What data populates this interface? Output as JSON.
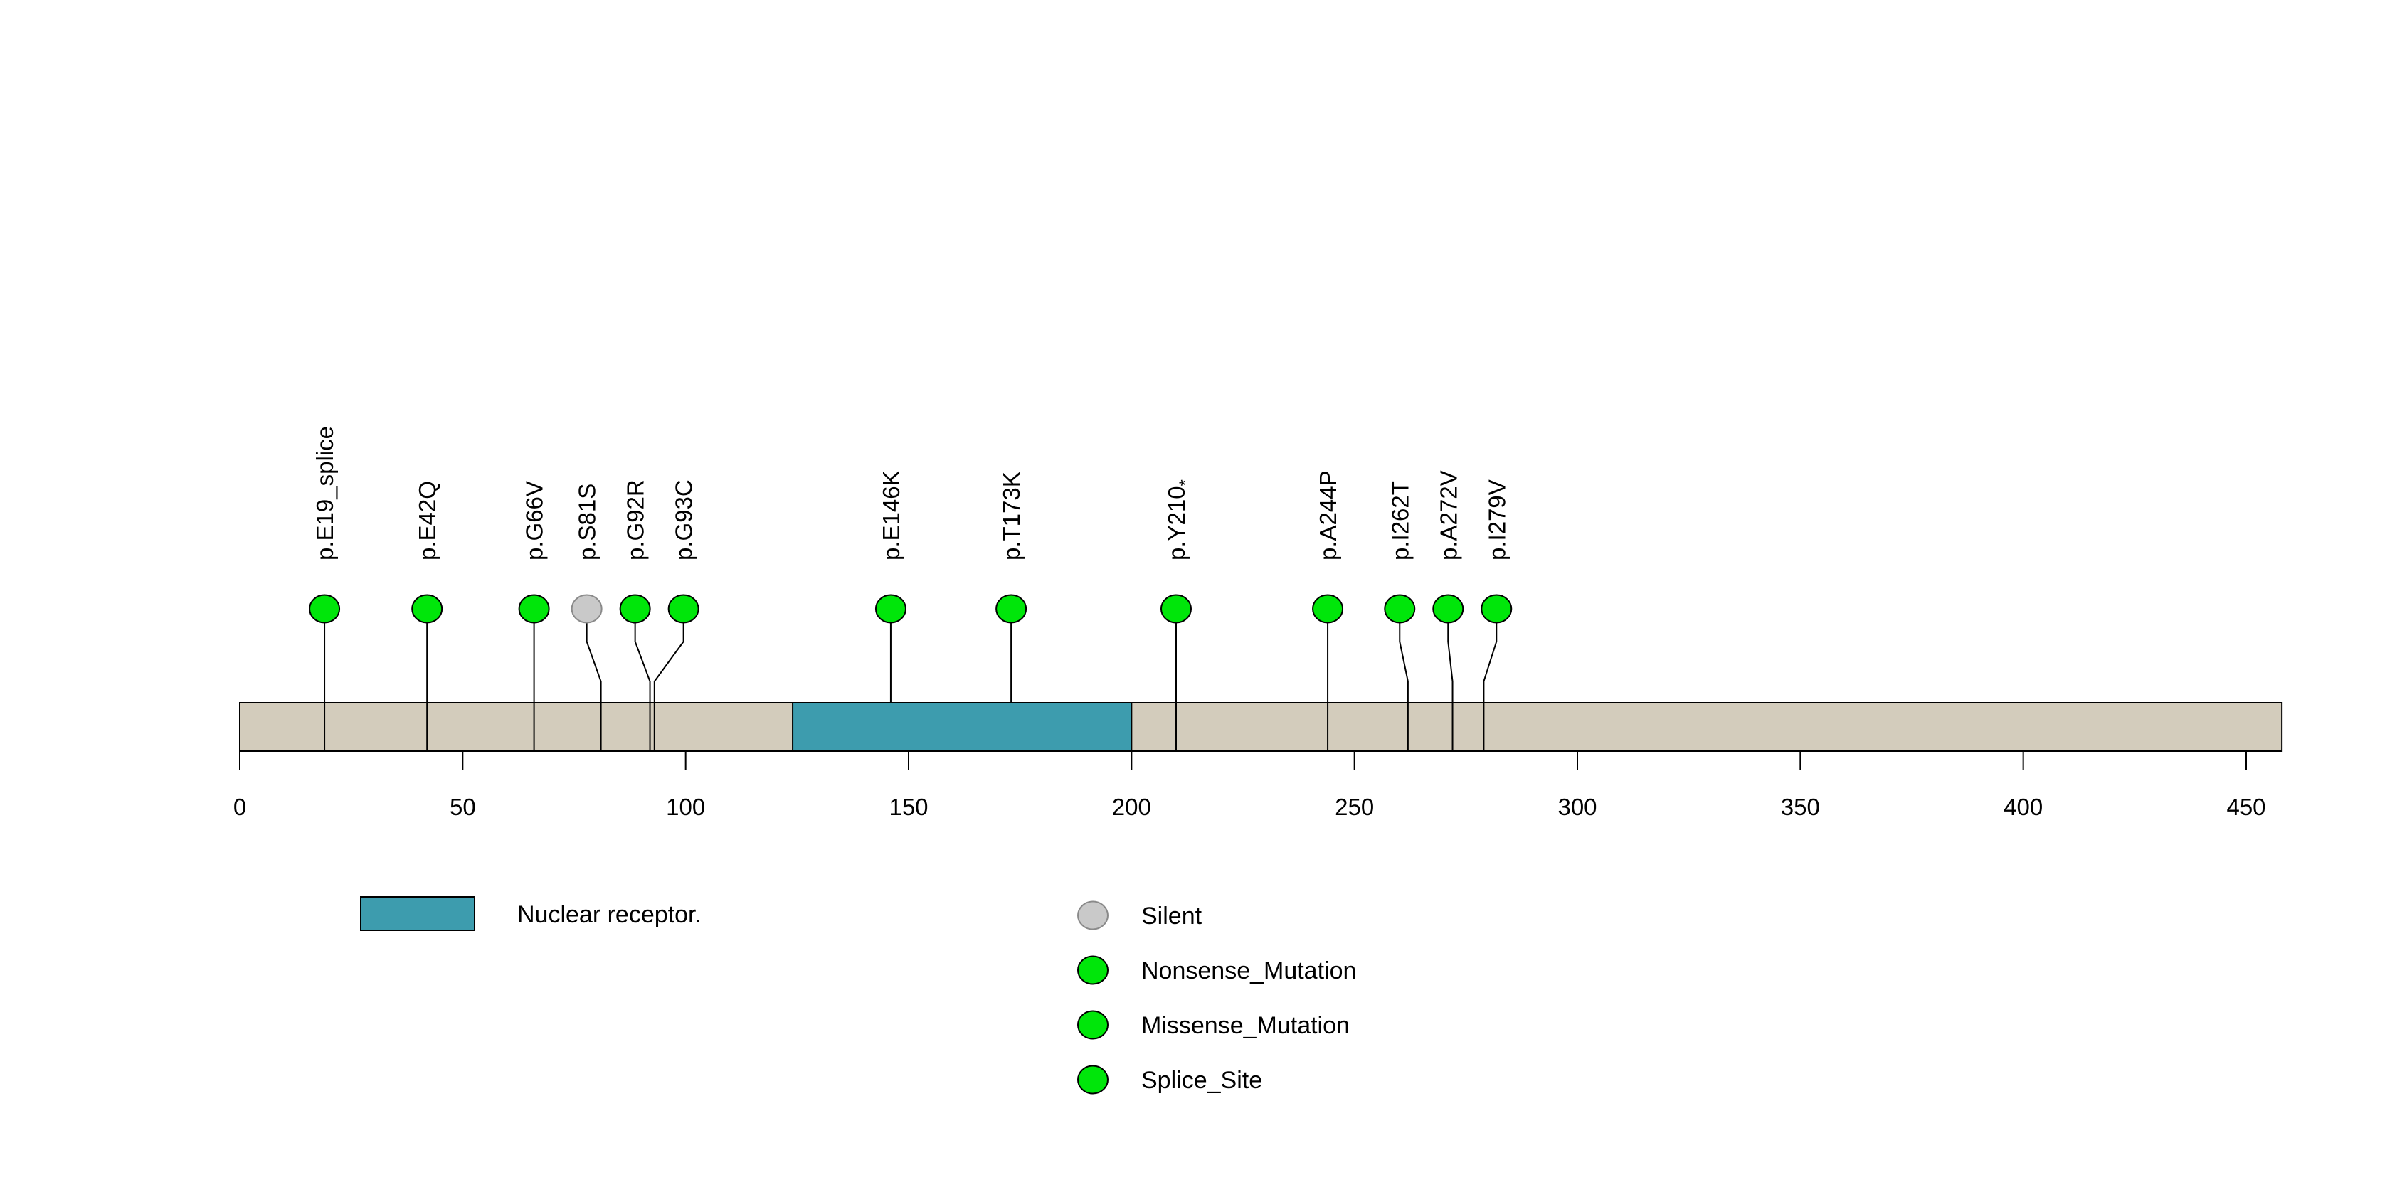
{
  "chart_data": {
    "type": "lollipop",
    "title": "",
    "axis": {
      "min": 0,
      "max": 458,
      "ticks": [
        0,
        50,
        100,
        150,
        200,
        250,
        300,
        350,
        400,
        450
      ],
      "grid": false
    },
    "protein": {
      "length": 458,
      "track_color": "#D3CCBC",
      "track_border": "#000000"
    },
    "domains": [
      {
        "name": "Nuclear receptor.",
        "start": 124,
        "end": 200,
        "color": "#3D9CAE"
      }
    ],
    "mutations": [
      {
        "label": "p.E19_splice",
        "position": 19,
        "type": "Splice_Site",
        "color": "#00E60A",
        "stroke": "#000000"
      },
      {
        "label": "p.E42Q",
        "position": 42,
        "type": "Missense_Mutation",
        "color": "#00E60A",
        "stroke": "#000000"
      },
      {
        "label": "p.G66V",
        "position": 66,
        "type": "Missense_Mutation",
        "color": "#00E60A",
        "stroke": "#000000"
      },
      {
        "label": "p.S81S",
        "position": 81,
        "type": "Silent",
        "color": "#C9C9C9",
        "stroke": "#8A8A8A"
      },
      {
        "label": "p.G92R",
        "position": 92,
        "type": "Missense_Mutation",
        "color": "#00E60A",
        "stroke": "#000000"
      },
      {
        "label": "p.G93C",
        "position": 93,
        "type": "Missense_Mutation",
        "color": "#00E60A",
        "stroke": "#000000"
      },
      {
        "label": "p.E146K",
        "position": 146,
        "type": "Missense_Mutation",
        "color": "#00E60A",
        "stroke": "#000000"
      },
      {
        "label": "p.T173K",
        "position": 173,
        "type": "Missense_Mutation",
        "color": "#00E60A",
        "stroke": "#000000"
      },
      {
        "label": "p.Y210*",
        "position": 210,
        "type": "Nonsense_Mutation",
        "color": "#00E60A",
        "stroke": "#000000"
      },
      {
        "label": "p.A244P",
        "position": 244,
        "type": "Missense_Mutation",
        "color": "#00E60A",
        "stroke": "#000000"
      },
      {
        "label": "p.I262T",
        "position": 262,
        "type": "Missense_Mutation",
        "color": "#00E60A",
        "stroke": "#000000"
      },
      {
        "label": "p.A272V",
        "position": 272,
        "type": "Missense_Mutation",
        "color": "#00E60A",
        "stroke": "#000000"
      },
      {
        "label": "p.I279V",
        "position": 279,
        "type": "Missense_Mutation",
        "color": "#00E60A",
        "stroke": "#000000"
      }
    ],
    "legend": {
      "position": "bottom",
      "domain_items": [
        {
          "label": "Nuclear receptor.",
          "color": "#3D9CAE"
        }
      ],
      "variant_items": [
        {
          "label": "Silent",
          "color": "#C9C9C9",
          "stroke": "#8A8A8A"
        },
        {
          "label": "Nonsense_Mutation",
          "color": "#00E60A",
          "stroke": "#000000"
        },
        {
          "label": "Missense_Mutation",
          "color": "#00E60A",
          "stroke": "#000000"
        },
        {
          "label": "Splice_Site",
          "color": "#00E60A",
          "stroke": "#000000"
        }
      ]
    }
  }
}
